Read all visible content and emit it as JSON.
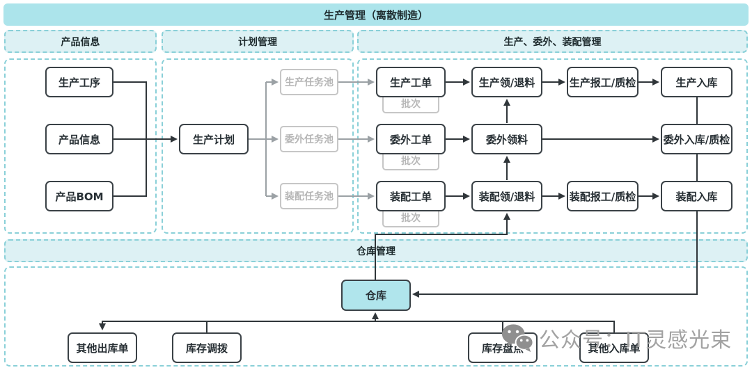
{
  "title": "生产管理（离散制造）",
  "columns": {
    "product_info": {
      "header": "产品信息",
      "nodes": {
        "process": "生产工序",
        "info": "产品信息",
        "bom": "产品BOM"
      }
    },
    "planning": {
      "header": "计划管理",
      "plan": "生产计划",
      "pools": {
        "production": "生产任务池",
        "outsourcing": "委外任务池",
        "assembly": "装配任务池"
      }
    },
    "execution": {
      "header": "生产、委外、装配管理",
      "production_row": {
        "order": "生产工单",
        "batch": "批次",
        "pick": "生产领/退料",
        "report": "生产报工/质检",
        "inbound": "生产入库"
      },
      "outsourcing_row": {
        "order": "委外工单",
        "batch": "批次",
        "pick": "委外领料",
        "inbound": "委外入库/质检"
      },
      "assembly_row": {
        "order": "装配工单",
        "batch": "批次",
        "pick": "装配领/退料",
        "report": "装配报工/质检",
        "inbound": "装配入库"
      }
    }
  },
  "warehouse": {
    "header": "仓库管理",
    "node": "仓库",
    "outbound": "其他出库单",
    "transfer": "库存调拨",
    "stocktake": "库存盘点",
    "inbound": "其他入库单"
  },
  "watermark": {
    "text": "公众号：IT灵感光束",
    "icon": "wechat-icon"
  },
  "colors": {
    "banner_bg": "#ace4eb",
    "section_header_bg": "#ddf1f4",
    "dashed_border": "#8ad0d8",
    "node_border": "#3a4146",
    "warehouse_node_bg": "#b0e5ec",
    "inactive_gray": "#c6c6c6",
    "connector": "#30363a",
    "connector_gray": "#9ba1a5",
    "watermark_gray": "#a2a2a2"
  }
}
